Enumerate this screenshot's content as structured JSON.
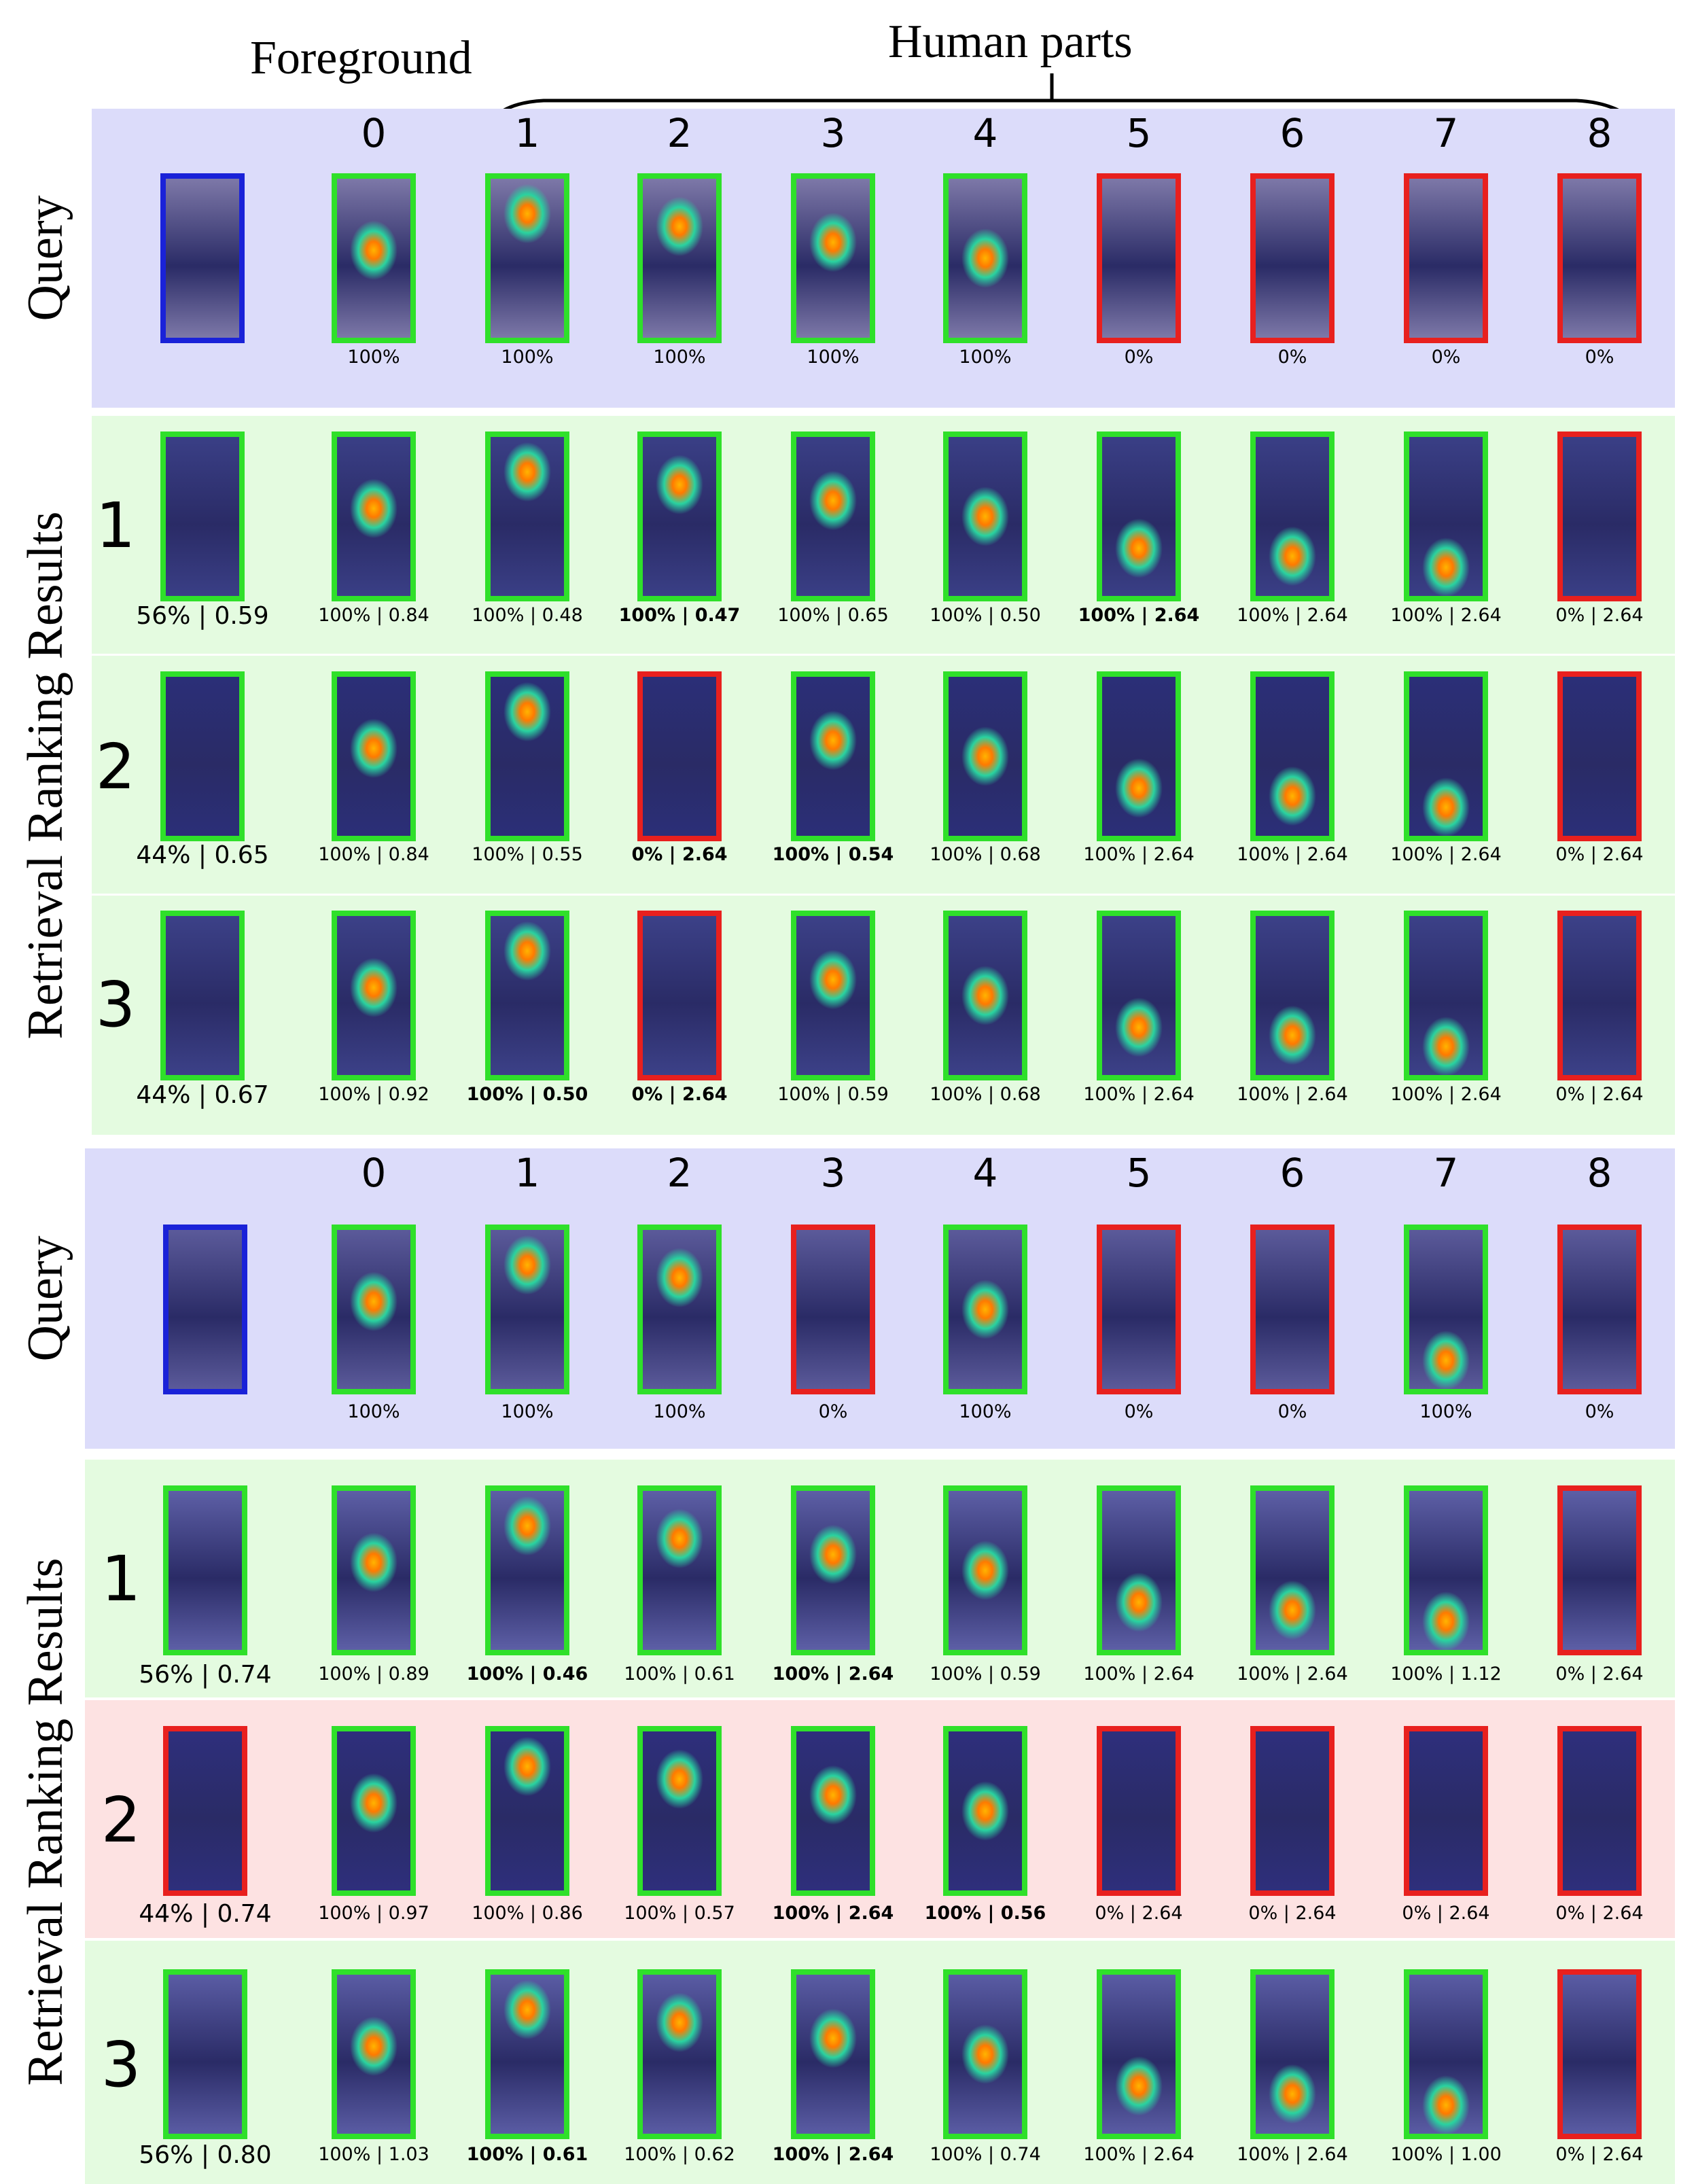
{
  "header": {
    "foreground": "Foreground",
    "human_parts": "Human parts"
  },
  "side_labels": {
    "query": "Query",
    "results": "Retrieval Ranking Results"
  },
  "colors": {
    "query_band": "#dcdcfa",
    "match_band": "#e4fbe0",
    "wrong_band": "#fde2e2",
    "visible": "#2fe02a",
    "invisible": "#e8201e",
    "query_frame": "#1a22d8"
  },
  "groups": [
    {
      "columns": [
        "0",
        "1",
        "2",
        "3",
        "4",
        "5",
        "6",
        "7",
        "8"
      ],
      "query": {
        "captions": [
          "100%",
          "100%",
          "100%",
          "100%",
          "100%",
          "0%",
          "0%",
          "0%",
          "0%"
        ],
        "states": [
          "g",
          "g",
          "g",
          "g",
          "g",
          "r",
          "r",
          "r",
          "r"
        ],
        "tint": "#7d78a8"
      },
      "results": [
        {
          "rank": "1",
          "band": "match",
          "first_border": "g",
          "first_caption": "56% | 0.59",
          "tint": "#3a3f86",
          "captions": [
            "100% | 0.84",
            "100% | 0.48",
            "100% | 0.47",
            "100% | 0.65",
            "100% | 0.50",
            "100% | 2.64",
            "100% | 2.64",
            "100% | 2.64",
            "0% | 2.64"
          ],
          "bold": [
            false,
            false,
            true,
            false,
            false,
            true,
            false,
            false,
            false
          ],
          "states": [
            "g",
            "g",
            "g",
            "g",
            "g",
            "g",
            "g",
            "g",
            "r"
          ]
        },
        {
          "rank": "2",
          "band": "match",
          "first_border": "g",
          "first_caption": "44% | 0.65",
          "tint": "#2b2f78",
          "captions": [
            "100% | 0.84",
            "100% | 0.55",
            "0% | 2.64",
            "100% | 0.54",
            "100% | 0.68",
            "100% | 2.64",
            "100% | 2.64",
            "100% | 2.64",
            "0% | 2.64"
          ],
          "bold": [
            false,
            false,
            true,
            true,
            false,
            false,
            false,
            false,
            false
          ],
          "states": [
            "g",
            "g",
            "r",
            "g",
            "g",
            "g",
            "g",
            "g",
            "r"
          ]
        },
        {
          "rank": "3",
          "band": "match",
          "first_border": "g",
          "first_caption": "44% | 0.67",
          "tint": "#3c4188",
          "captions": [
            "100% | 0.92",
            "100% | 0.50",
            "0% | 2.64",
            "100% | 0.59",
            "100% | 0.68",
            "100% | 2.64",
            "100% | 2.64",
            "100% | 2.64",
            "0% | 2.64"
          ],
          "bold": [
            false,
            true,
            true,
            false,
            false,
            false,
            false,
            false,
            false
          ],
          "states": [
            "g",
            "g",
            "r",
            "g",
            "g",
            "g",
            "g",
            "g",
            "r"
          ]
        }
      ]
    },
    {
      "columns": [
        "0",
        "1",
        "2",
        "3",
        "4",
        "5",
        "6",
        "7",
        "8"
      ],
      "query": {
        "captions": [
          "100%",
          "100%",
          "100%",
          "0%",
          "100%",
          "0%",
          "0%",
          "100%",
          "0%"
        ],
        "states": [
          "g",
          "g",
          "g",
          "r",
          "g",
          "r",
          "r",
          "g",
          "r"
        ],
        "tint": "#5b5a9a"
      },
      "results": [
        {
          "rank": "1",
          "band": "match",
          "first_border": "g",
          "first_caption": "56% | 0.74",
          "tint": "#5d5fa6",
          "captions": [
            "100% | 0.89",
            "100% | 0.46",
            "100% | 0.61",
            "100% | 2.64",
            "100% | 0.59",
            "100% | 2.64",
            "100% | 2.64",
            "100% | 1.12",
            "0% | 2.64"
          ],
          "bold": [
            false,
            true,
            false,
            true,
            false,
            false,
            false,
            false,
            false
          ],
          "states": [
            "g",
            "g",
            "g",
            "g",
            "g",
            "g",
            "g",
            "g",
            "r"
          ]
        },
        {
          "rank": "2",
          "band": "wrong",
          "first_border": "r",
          "first_caption": "44% | 0.74",
          "tint": "#2e2f7c",
          "captions": [
            "100% | 0.97",
            "100% | 0.86",
            "100% | 0.57",
            "100% | 2.64",
            "100% | 0.56",
            "0% | 2.64",
            "0% | 2.64",
            "0% | 2.64",
            "0% | 2.64"
          ],
          "bold": [
            false,
            false,
            false,
            true,
            true,
            false,
            false,
            false,
            false
          ],
          "states": [
            "g",
            "g",
            "g",
            "g",
            "g",
            "r",
            "r",
            "r",
            "r"
          ]
        },
        {
          "rank": "3",
          "band": "match",
          "first_border": "g",
          "first_caption": "56% | 0.80",
          "tint": "#5a5ca4",
          "captions": [
            "100% | 1.03",
            "100% | 0.61",
            "100% | 0.62",
            "100% | 2.64",
            "100% | 0.74",
            "100% | 2.64",
            "100% | 2.64",
            "100% | 1.00",
            "0% | 2.64"
          ],
          "bold": [
            false,
            true,
            false,
            true,
            false,
            false,
            false,
            false,
            false
          ],
          "states": [
            "g",
            "g",
            "g",
            "g",
            "g",
            "g",
            "g",
            "g",
            "r"
          ]
        }
      ]
    }
  ]
}
